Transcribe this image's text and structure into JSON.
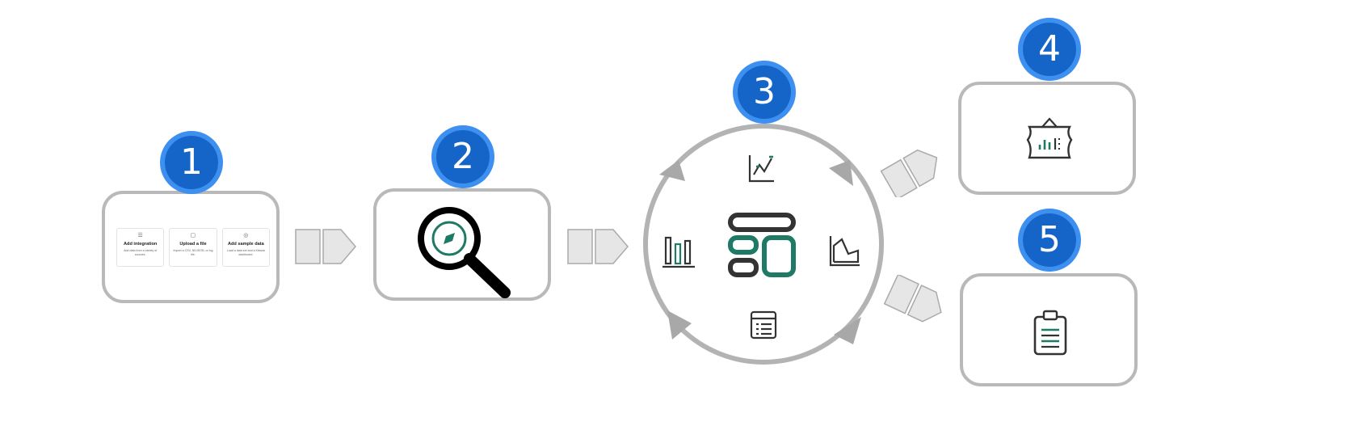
{
  "steps": [
    {
      "number": "1"
    },
    {
      "number": "2"
    },
    {
      "number": "3"
    },
    {
      "number": "4"
    },
    {
      "number": "5"
    }
  ],
  "step1_cards": [
    {
      "title": "Add integration",
      "description": "Add data from a variety of sources.",
      "icon": "database-icon"
    },
    {
      "title": "Upload a file",
      "description": "Import a CSV, NDJSON, or log file.",
      "icon": "file-upload-icon"
    },
    {
      "title": "Add sample data",
      "description": "Load a data set and a Kibana dashboard.",
      "icon": "sample-data-icon"
    }
  ],
  "icons": {
    "step2": "discover-magnifier-compass-icon",
    "step3_center": "dashboard-layout-icon",
    "step3_top": "line-chart-icon",
    "step3_left": "bar-chart-icon",
    "step3_right": "area-chart-icon",
    "step3_bottom": "table-icon",
    "step4": "canvas-frame-icon",
    "step5": "clipboard-report-icon"
  },
  "colors": {
    "badge": "#1565c8",
    "badge_ring": "#3d8ff0",
    "accent_green": "#1e7a64",
    "icon_dark": "#333333",
    "border_gray": "#b9b9b9",
    "arrow_gray": "#e6e6e6"
  }
}
